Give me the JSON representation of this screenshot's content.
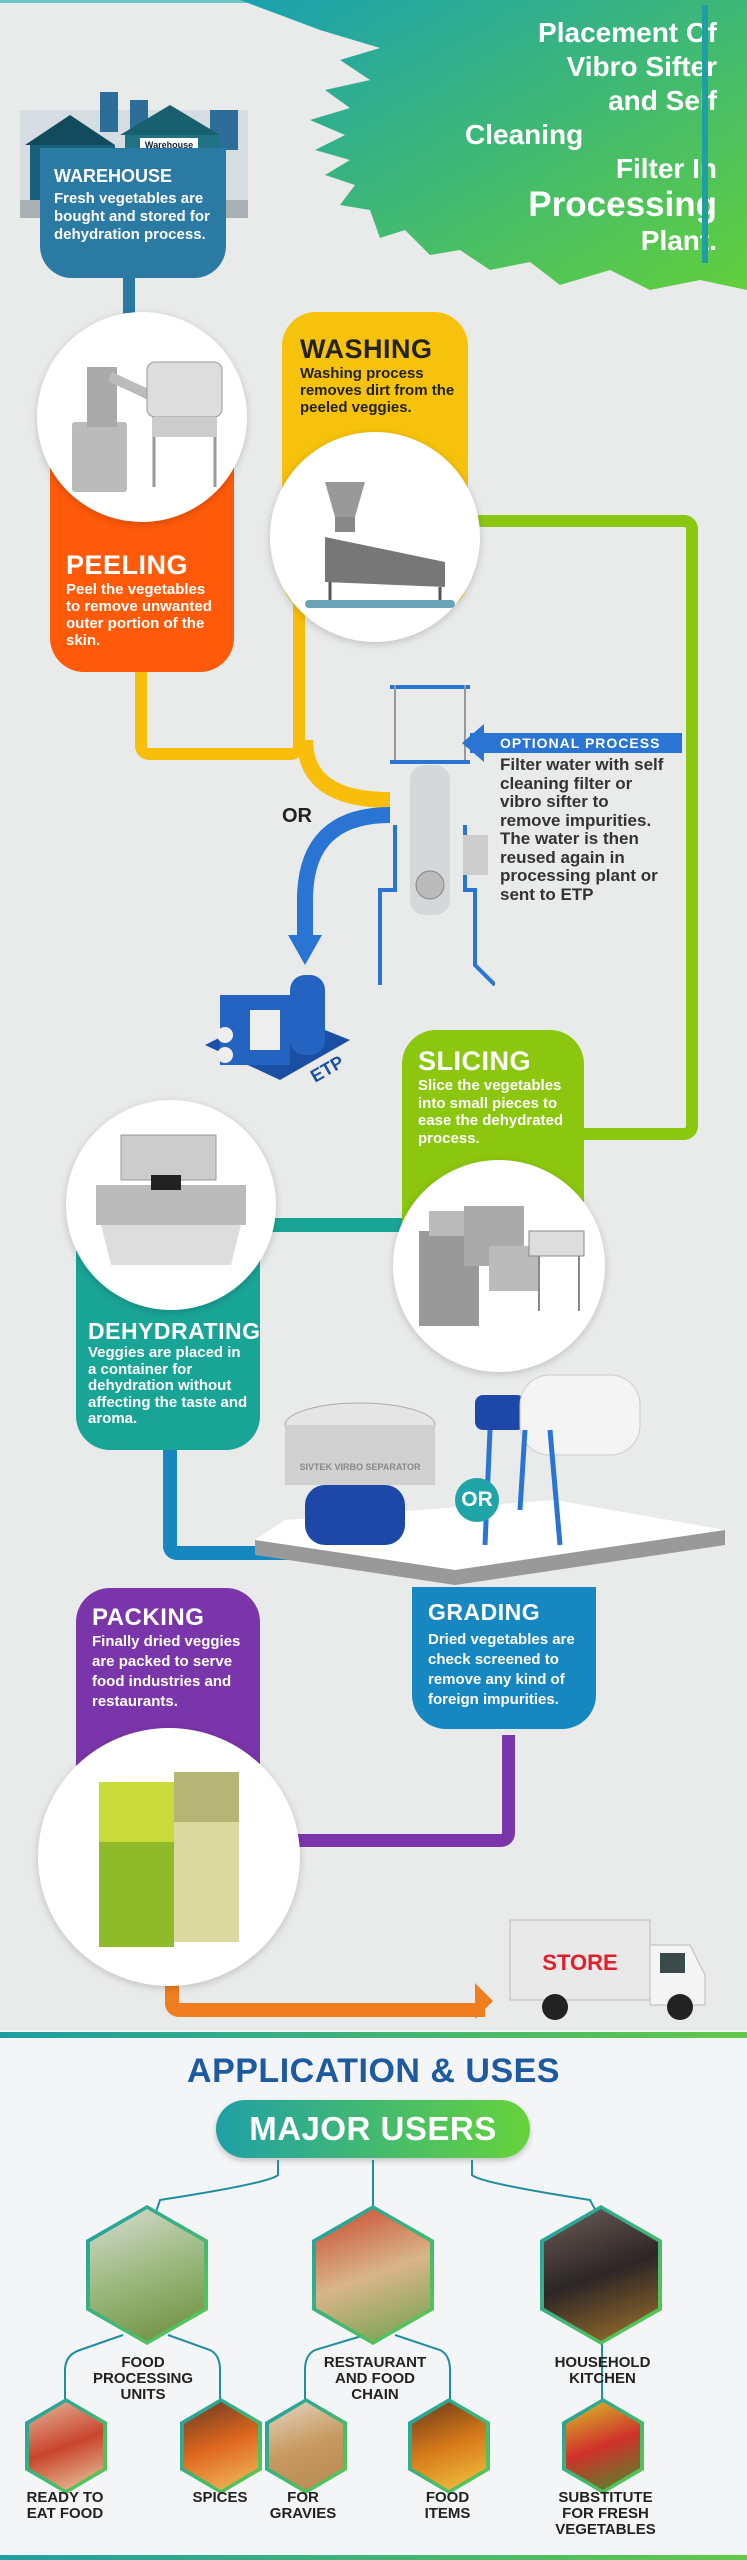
{
  "title": {
    "lines": [
      "Placement Of",
      "Vibro Sifter",
      "and Self",
      "Cleaning",
      "Filter In"
    ],
    "big": "Processing",
    "last": "Plant."
  },
  "steps": {
    "warehouse": {
      "heading": "WAREHOUSE",
      "text": "Fresh vegetables are bought and stored for dehydration process.",
      "image_label": "Warehouse",
      "color": "#2a7aa4"
    },
    "peeling": {
      "heading": "PEELING",
      "text": "Peel the vegetables to remove unwanted outer portion of the skin.",
      "color": "#ff5a0a"
    },
    "washing": {
      "heading": "WASHING",
      "text": "Washing process removes dirt from the peeled veggies.",
      "color": "#f6c20b"
    },
    "optional": {
      "banner": "OPTIONAL  PROCESS",
      "text": "Filter water with self cleaning filter or vibro sifter to remove impurities. The water is then reused again in processing plant or sent to ETP",
      "or": "OR",
      "etp": "ETP"
    },
    "slicing": {
      "heading": "SLICING",
      "text": "Slice the vegetables into small pieces to ease the dehydrated process.",
      "color": "#8cc70f"
    },
    "dehydrating": {
      "heading": "DEHYDRATING",
      "text": "Veggies are placed in a container for dehydration without affecting the taste and aroma.",
      "color": "#19a596"
    },
    "grading": {
      "heading": "GRADING",
      "text": "Dried vegetables are check screened to remove any kind of foreign impurities.",
      "color": "#1687c1",
      "or": "OR",
      "machine_label": "SIVTEK VIRBO SEPARATOR"
    },
    "packing": {
      "heading": "PACKING",
      "text": "Finally dried veggies are packed to serve food industries and restaurants.",
      "color": "#7b35aa"
    },
    "store": {
      "label": "STORE",
      "arrow_color": "#f07e1e"
    }
  },
  "applications": {
    "title": "APPLICATION & USES",
    "badge": "MAJOR USERS",
    "groups": [
      {
        "label": "FOOD PROCESSING UNITS",
        "children": [
          "READY TO EAT FOOD",
          "SPICES"
        ]
      },
      {
        "label": "RESTAURANT AND FOOD CHAIN",
        "children": [
          "FOR GRAVIES",
          "FOOD ITEMS"
        ]
      },
      {
        "label": "HOUSEHOLD KITCHEN",
        "children": [
          "SUBSTITUTE FOR FRESH VEGETABLES"
        ]
      }
    ]
  }
}
